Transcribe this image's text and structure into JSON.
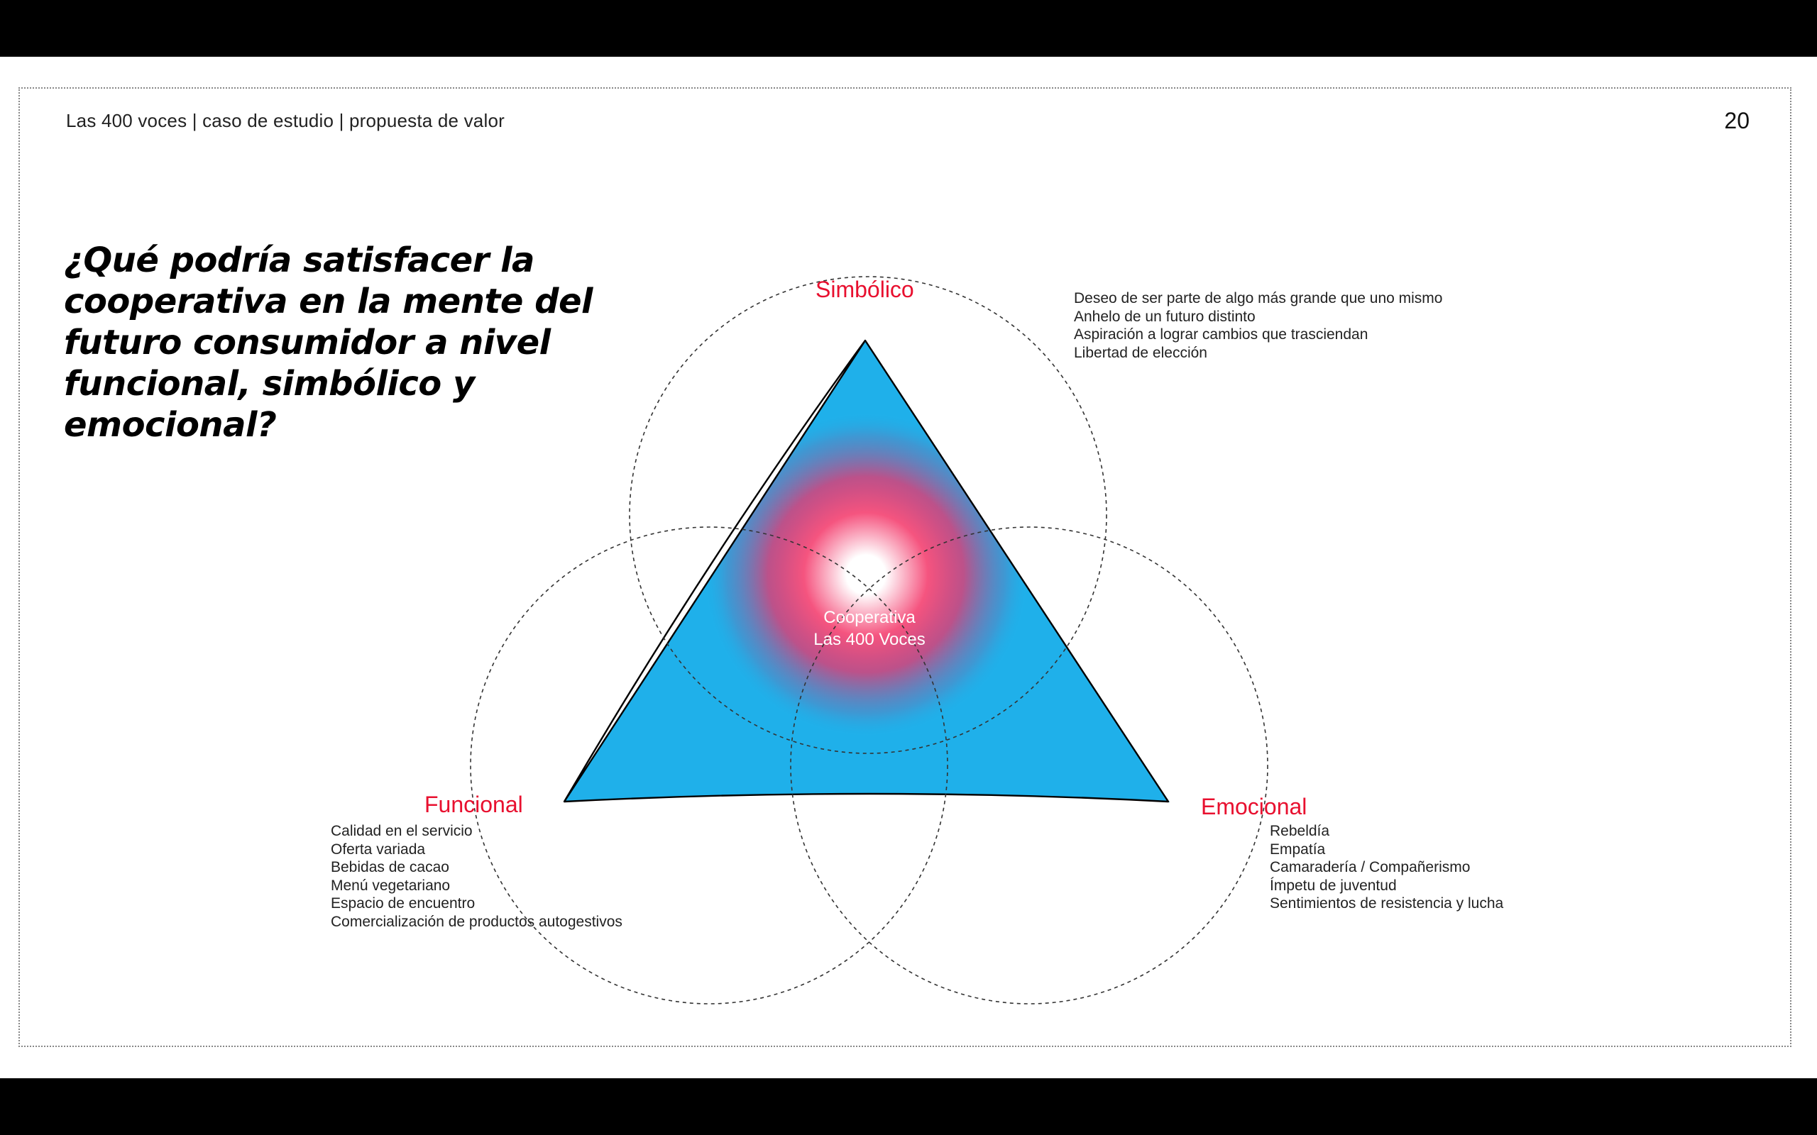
{
  "header": {
    "breadcrumb": "Las 400 voces | caso de estudio | propuesta de valor",
    "page_number": "20"
  },
  "question": "¿Qué podría satisfacer la cooperativa en la mente del futuro consumidor a nivel funcional, simbólico y emocional?",
  "diagram": {
    "center_label_line1": "Cooperativa",
    "center_label_line2": "Las 400 Voces",
    "simbolico": {
      "label": "Simbólico",
      "items": [
        "Deseo de ser parte de algo más grande que uno mismo",
        "Anhelo de un futuro distinto",
        "Aspiración a lograr cambios que trasciendan",
        "Libertad de elección"
      ]
    },
    "funcional": {
      "label": "Funcional",
      "items": [
        "Calidad en el servicio",
        "Oferta variada",
        "Bebidas de cacao",
        "Menú vegetariano",
        "Espacio de encuentro",
        "Comercialización de productos autogestivos"
      ]
    },
    "emocional": {
      "label": "Emocional",
      "items": [
        "Rebeldía",
        "Empatía",
        "Camaradería / Compañerismo",
        "Ímpetu de juventud",
        "Sentimientos de resistencia y lucha"
      ]
    },
    "colors": {
      "triangle_fill": "#1fb0ea",
      "glow": "#f0326a",
      "accent_red": "#e8102f"
    }
  }
}
